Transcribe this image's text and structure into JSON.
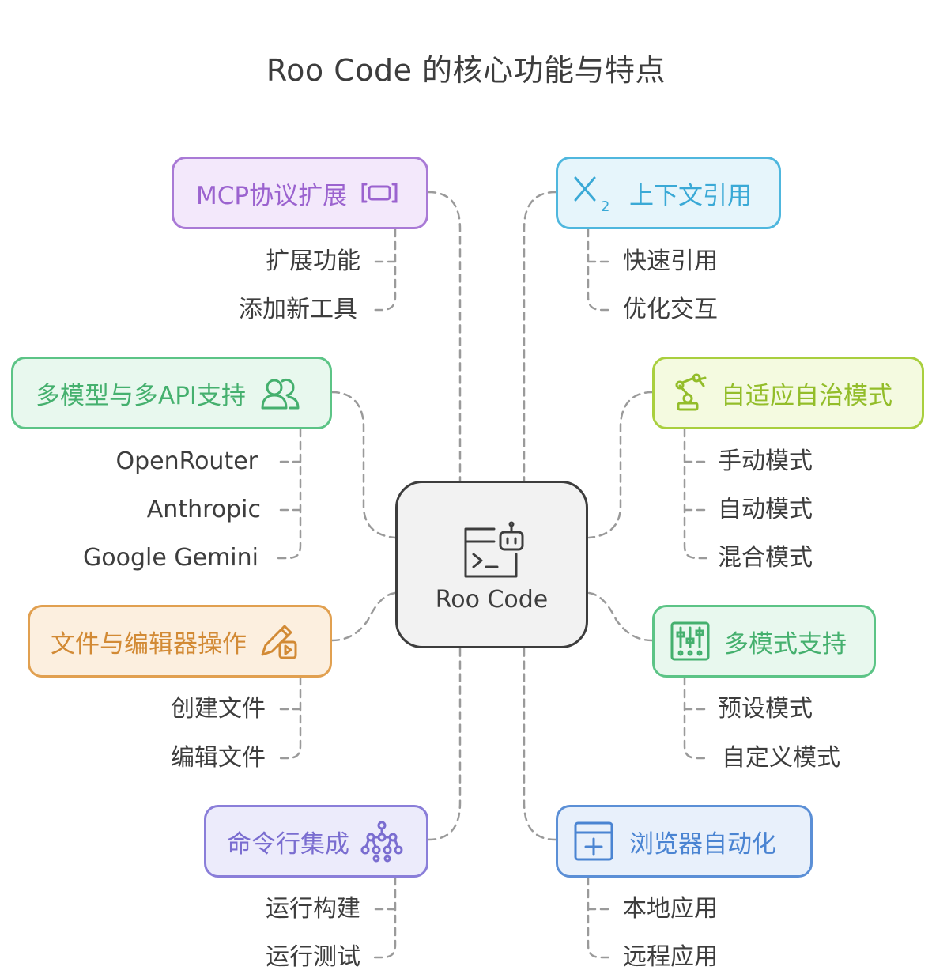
{
  "title": "Roo Code 的核心功能与特点",
  "center": {
    "label": "Roo Code",
    "icon": "terminal-robot-icon"
  },
  "colors": {
    "purple": "#a97ad6",
    "purple_bg": "#f3e8fb",
    "blue": "#4fb7de",
    "blue_bg": "#e6f5fb",
    "green": "#5cc486",
    "green_bg": "#e8f8ee",
    "olive": "#a9cf3e",
    "olive_bg": "#f4fae0",
    "orange": "#e1a050",
    "orange_bg": "#fcefdf",
    "violet": "#8a7ed9",
    "violet_bg": "#ecebfb",
    "navy": "#5b8fd6",
    "navy_bg": "#e8f0fb",
    "line": "#9a9a9a"
  },
  "branches": {
    "mcp": {
      "label": "MCP协议扩展",
      "icon": "frame-icon",
      "items": [
        "扩展功能",
        "添加新工具"
      ]
    },
    "context": {
      "label": "上下文引用",
      "icon": "subscript-icon",
      "items": [
        "快速引用",
        "优化交互"
      ]
    },
    "models": {
      "label": "多模型与多API支持",
      "icon": "users-icon",
      "items": [
        "OpenRouter",
        "Anthropic",
        "Google Gemini"
      ]
    },
    "autonomy": {
      "label": "自适应自治模式",
      "icon": "robot-arm-icon",
      "items": [
        "手动模式",
        "自动模式",
        "混合模式"
      ]
    },
    "files": {
      "label": "文件与编辑器操作",
      "icon": "file-edit-icon",
      "items": [
        "创建文件",
        "编辑文件"
      ]
    },
    "modes": {
      "label": "多模式支持",
      "icon": "sliders-icon",
      "items": [
        "预设模式",
        "自定义模式"
      ]
    },
    "cli": {
      "label": "命令行集成",
      "icon": "network-icon",
      "items": [
        "运行构建",
        "运行测试"
      ]
    },
    "browser": {
      "label": "浏览器自动化",
      "icon": "browser-add-icon",
      "items": [
        "本地应用",
        "远程应用"
      ]
    }
  }
}
